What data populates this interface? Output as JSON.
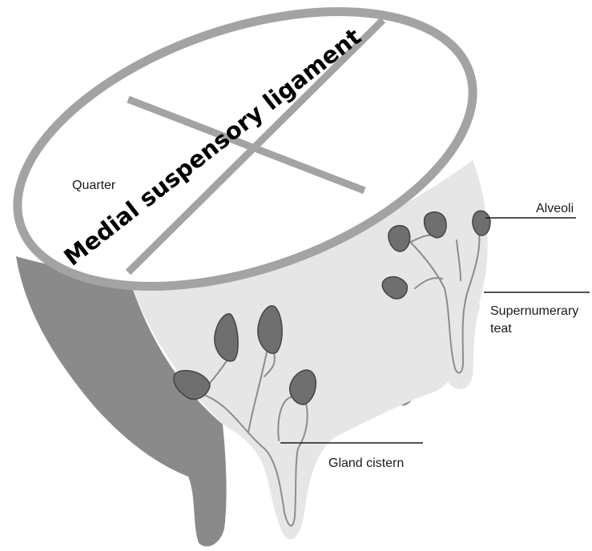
{
  "labels": {
    "quarter": "Quarter",
    "medial_suspensory_ligament": "Medial suspensory ligament",
    "alveoli": "Alveoli",
    "supernumerary_teat_line1": "Supernumerary",
    "supernumerary_teat_line2": "teat",
    "gland_cistern": "Gland cistern"
  },
  "colors": {
    "udder_light": "#e6e6e6",
    "udder_dark": "#8a8a8a",
    "outline": "#a3a3a3",
    "alveoli_fill": "#6f6f6f",
    "background": "#ffffff"
  }
}
